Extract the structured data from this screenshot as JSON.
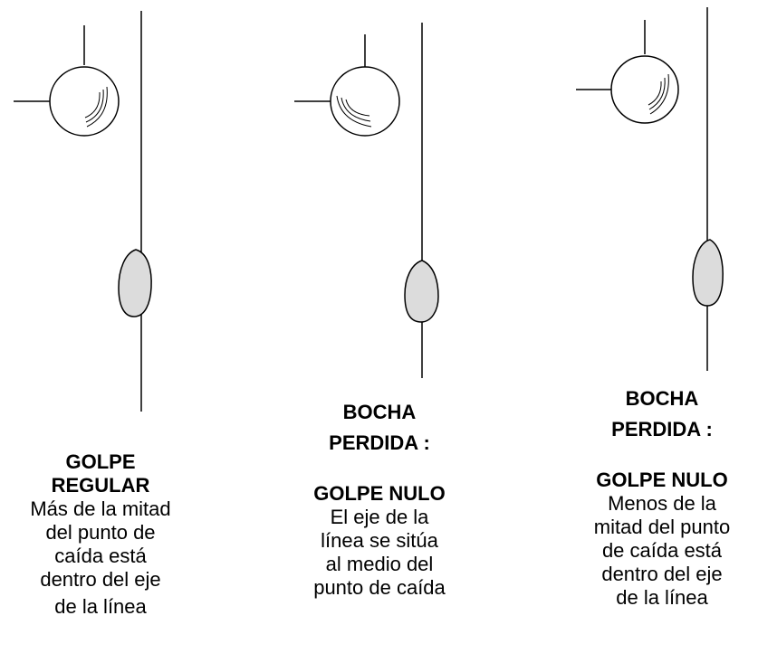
{
  "panels": [
    {
      "title_lines": [
        "GOLPE",
        "REGULAR"
      ],
      "desc_lines": [
        "Más de la mitad",
        "del punto de",
        "caída está",
        "dentro del eje",
        "de la línea"
      ]
    },
    {
      "heading_lines": [
        "BOCHA",
        "PERDIDA :"
      ],
      "title_lines": [
        "GOLPE NULO"
      ],
      "desc_lines": [
        "El eje de la",
        "línea  se sitúa",
        "al medio del",
        "punto de caída"
      ]
    },
    {
      "heading_lines": [
        "BOCHA",
        "PERDIDA :"
      ],
      "title_lines": [
        "GOLPE NULO"
      ],
      "desc_lines": [
        "Menos de la",
        "mitad del punto",
        "de caída está",
        "dentro del eje",
        "de la línea"
      ]
    }
  ],
  "colors": {
    "stroke": "#000000",
    "impact_fill": "#dcdcdc"
  },
  "icons": [
    "ball-icon",
    "impact-mark-icon"
  ]
}
